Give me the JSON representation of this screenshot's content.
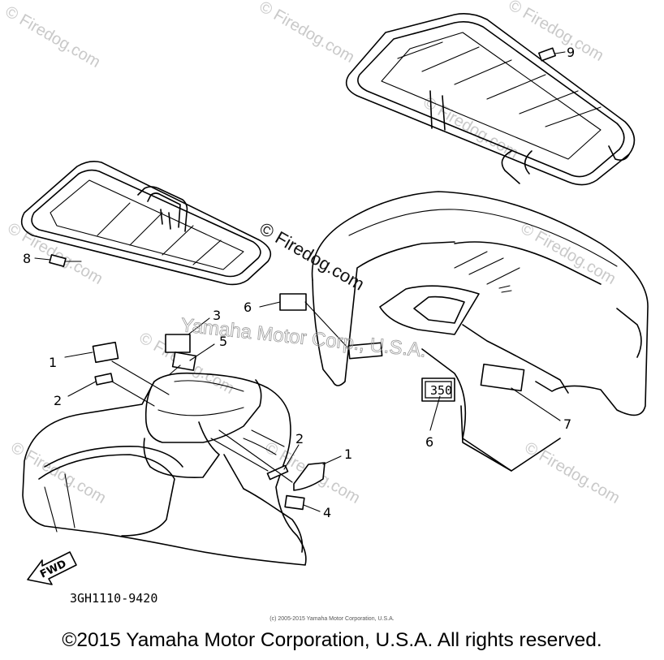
{
  "diagram": {
    "part_code": "3GH1110-9420",
    "fwd_label": "FWD",
    "decal_350_text": "350",
    "watermark_center": "© Firedog.com",
    "watermark_tiles": [
      "© Firedog.com",
      "© Firedog.com",
      "© Firedog.com",
      "© Firedog.com",
      "© Firedog.com",
      "© Firedog.com",
      "© Firedog.com",
      "© Firedog.com",
      "© Firedog.com",
      "© Firedog.com"
    ],
    "watermark_corp": "Yamaha Motor Corp., U.S.A.",
    "callouts": [
      "1",
      "2",
      "3",
      "5",
      "6",
      "6",
      "7",
      "8",
      "9",
      "2",
      "1",
      "4"
    ]
  },
  "small_copyright": "(c) 2005-2015 Yamaha Motor Corporation, U.S.A.",
  "footer_copyright": "©2015 Yamaha Motor Corporation, U.S.A. All rights reserved."
}
